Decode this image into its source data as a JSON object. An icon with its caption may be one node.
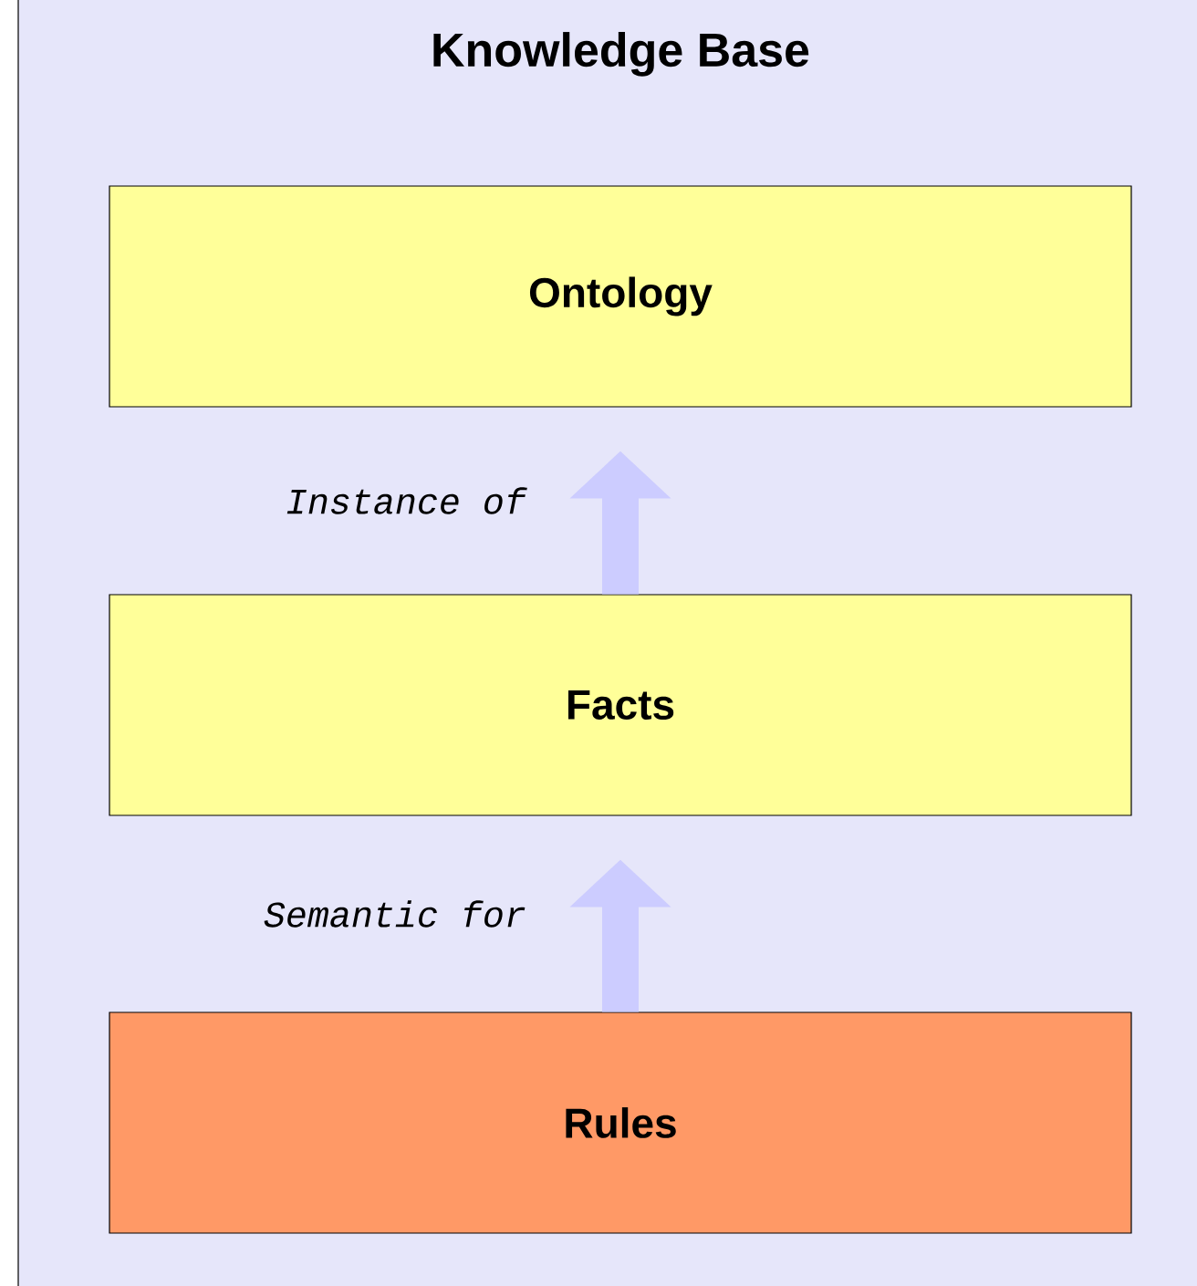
{
  "diagram": {
    "nodes": [
      {
        "text": [
          "Knowledge Base"
        ]
      },
      {
        "text": [
          "Ontology"
        ],
        "in": 0
      },
      {
        "text": [
          "Facts"
        ],
        "in": 0
      },
      {
        "text": [
          "Rules"
        ],
        "in": 0
      }
    ],
    "edges": [
      {
        "from": 2,
        "to": 1,
        "arrow": "to",
        "label": "Instance of"
      },
      {
        "from": 3,
        "to": 2,
        "arrow": "to",
        "label": "Semantic for"
      }
    ]
  }
}
